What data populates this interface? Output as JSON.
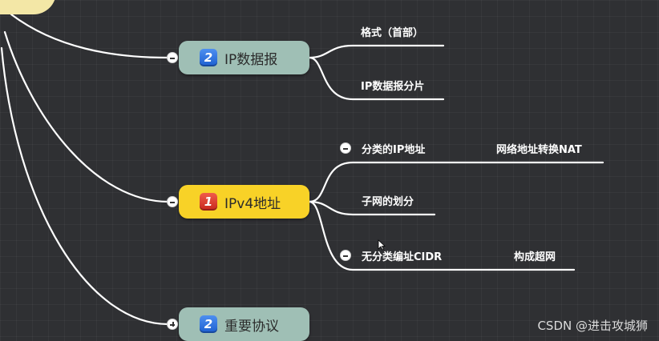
{
  "mindmap": {
    "branches": [
      {
        "badge": "2",
        "label": "IP数据报",
        "toggle": "minus",
        "children": [
          {
            "label": "格式（首部）"
          },
          {
            "label": "IP数据报分片"
          }
        ]
      },
      {
        "badge": "1",
        "label": "IPv4地址",
        "toggle": "minus",
        "children": [
          {
            "label": "分类的IP地址",
            "toggle": "minus",
            "children": [
              {
                "label": "网络地址转换NAT"
              }
            ]
          },
          {
            "label": "子网的划分"
          },
          {
            "label": "无分类编址CIDR",
            "toggle": "minus",
            "children": [
              {
                "label": "构成超网"
              }
            ]
          }
        ]
      },
      {
        "badge": "2",
        "label": "重要协议",
        "toggle": "plus"
      }
    ]
  },
  "colors": {
    "background": "#2f3033",
    "branch_fill": "#9fbfb5",
    "selected_branch_fill": "#f8d227",
    "root_fill": "#f3e7a6",
    "connector": "#ffffff",
    "badge_blue": "#2f74e0",
    "badge_red": "#d9372a"
  },
  "icons": [
    "collapse-icon",
    "expand-icon",
    "priority-badge-icon",
    "mouse-cursor-icon"
  ],
  "watermark": "CSDN @进击攻城狮"
}
